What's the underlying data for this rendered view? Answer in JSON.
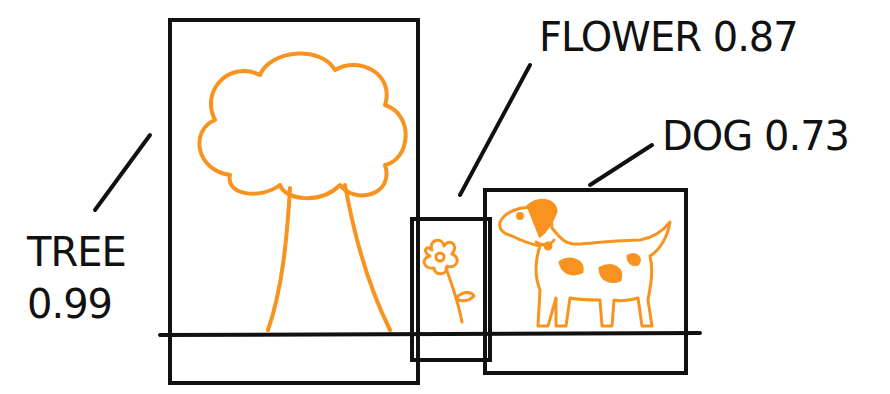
{
  "diagram": {
    "nodes": [
      {
        "text": [
          "TREE 0.99"
        ]
      },
      {
        "text": [
          "FLOWER 0.87"
        ]
      },
      {
        "text": [
          "DOG 0.73"
        ]
      }
    ]
  }
}
